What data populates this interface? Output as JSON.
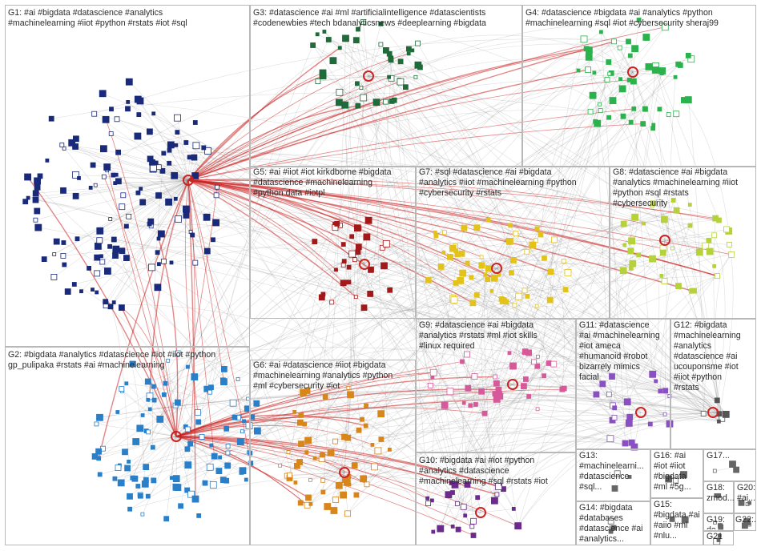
{
  "groups": [
    {
      "id": "G1",
      "label": "G1: #ai #bigdata #datascience #analytics\n#machinelearning #iiot #python #rstats #iot #sql",
      "color": "#1a2a7a"
    },
    {
      "id": "G2",
      "label": "G2: #bigdata #analytics #datascience #iot #iiot #python\ngp_pulipaka #rstats #ai #machinelearning",
      "color": "#2a7fc9"
    },
    {
      "id": "G3",
      "label": "G3: #datascience #ai #ml #artificialintelligence #datascientists\n#codenewbies #tech bdanalyticsnews #deeplearning #bigdata",
      "color": "#1f6b3a"
    },
    {
      "id": "G4",
      "label": "G4: #datascience #bigdata #ai #analytics #python\n#machinelearning #sql #iot #cybersecurity sheraj99",
      "color": "#2bb24c"
    },
    {
      "id": "G5",
      "label": "G5: #ai #iiot #iot kirkdborne #bigdata\n#datascience #machinelearning\n#python data #iotpl",
      "color": "#a31818"
    },
    {
      "id": "G6",
      "label": "G6: #ai #datascience #iiot #bigdata\n#machinelearning #analytics #python\n#ml #cybersecurity #iot",
      "color": "#d8861a"
    },
    {
      "id": "G7",
      "label": "G7: #sql #datascience #ai #bigdata\n#analytics #iiot #machinelearning #python\n#cybersecurity #rstats",
      "color": "#e3c21a"
    },
    {
      "id": "G8",
      "label": "G8: #datascience #ai #bigdata\n#analytics #machinelearning #iiot\n#python #sql #rstats\n#cybersecurity",
      "color": "#b6d23a"
    },
    {
      "id": "G9",
      "label": "G9: #datascience #ai #bigdata\n#analytics #rstats #ml #iot skills\n#linux required",
      "color": "#d65a9a"
    },
    {
      "id": "G10",
      "label": "G10: #bigdata #ai #iot #python\n#analytics #datascience\n#machinelearning #sql #rstats #iot",
      "color": "#6a2b8c"
    },
    {
      "id": "G11",
      "label": "G11: #datascience\n#ai #machinelearning\n#iot ameca\n#humanoid #robot\nbizarrely mimics\nfacial",
      "color": "#8a4fc2"
    },
    {
      "id": "G12",
      "label": "G12: #bigdata\n#machinelearning\n#analytics\n#datascience #ai\nucouponsme #iot\n#iiot #python\n#rstats",
      "color": "#555555"
    },
    {
      "id": "G13",
      "label": "G13:\n#machinelearni...\n#datascience\n#sql...",
      "color": "#666666"
    },
    {
      "id": "G14",
      "label": "G14: #bigdata\n#databases\n#datascience #ai\n#analytics...",
      "color": "#666666"
    },
    {
      "id": "G15",
      "label": "G15:\n#bigdata #ai\n#aiio #ml\n#nlu...",
      "color": "#666666"
    },
    {
      "id": "G16",
      "label": "G16: #ai\n#iot #iiot\n#bigdata\n#ml #5g...",
      "color": "#666666"
    },
    {
      "id": "G17",
      "label": "G17...",
      "color": "#666666"
    },
    {
      "id": "G18",
      "label": "G18:\nzmod...",
      "color": "#666666"
    },
    {
      "id": "G19",
      "label": "G19:\ndo...",
      "color": "#666666"
    },
    {
      "id": "G20",
      "label": "G20:\n#ai...",
      "color": "#666666"
    },
    {
      "id": "G21",
      "label": "G21",
      "color": "#666666"
    },
    {
      "id": "G22",
      "label": "G22:...",
      "color": "#666666"
    }
  ],
  "colors": {
    "edge_gray": "#8c8c8c",
    "edge_red": "#cc2222",
    "box_border": "#b8b8b8",
    "background": "#ffffff"
  }
}
